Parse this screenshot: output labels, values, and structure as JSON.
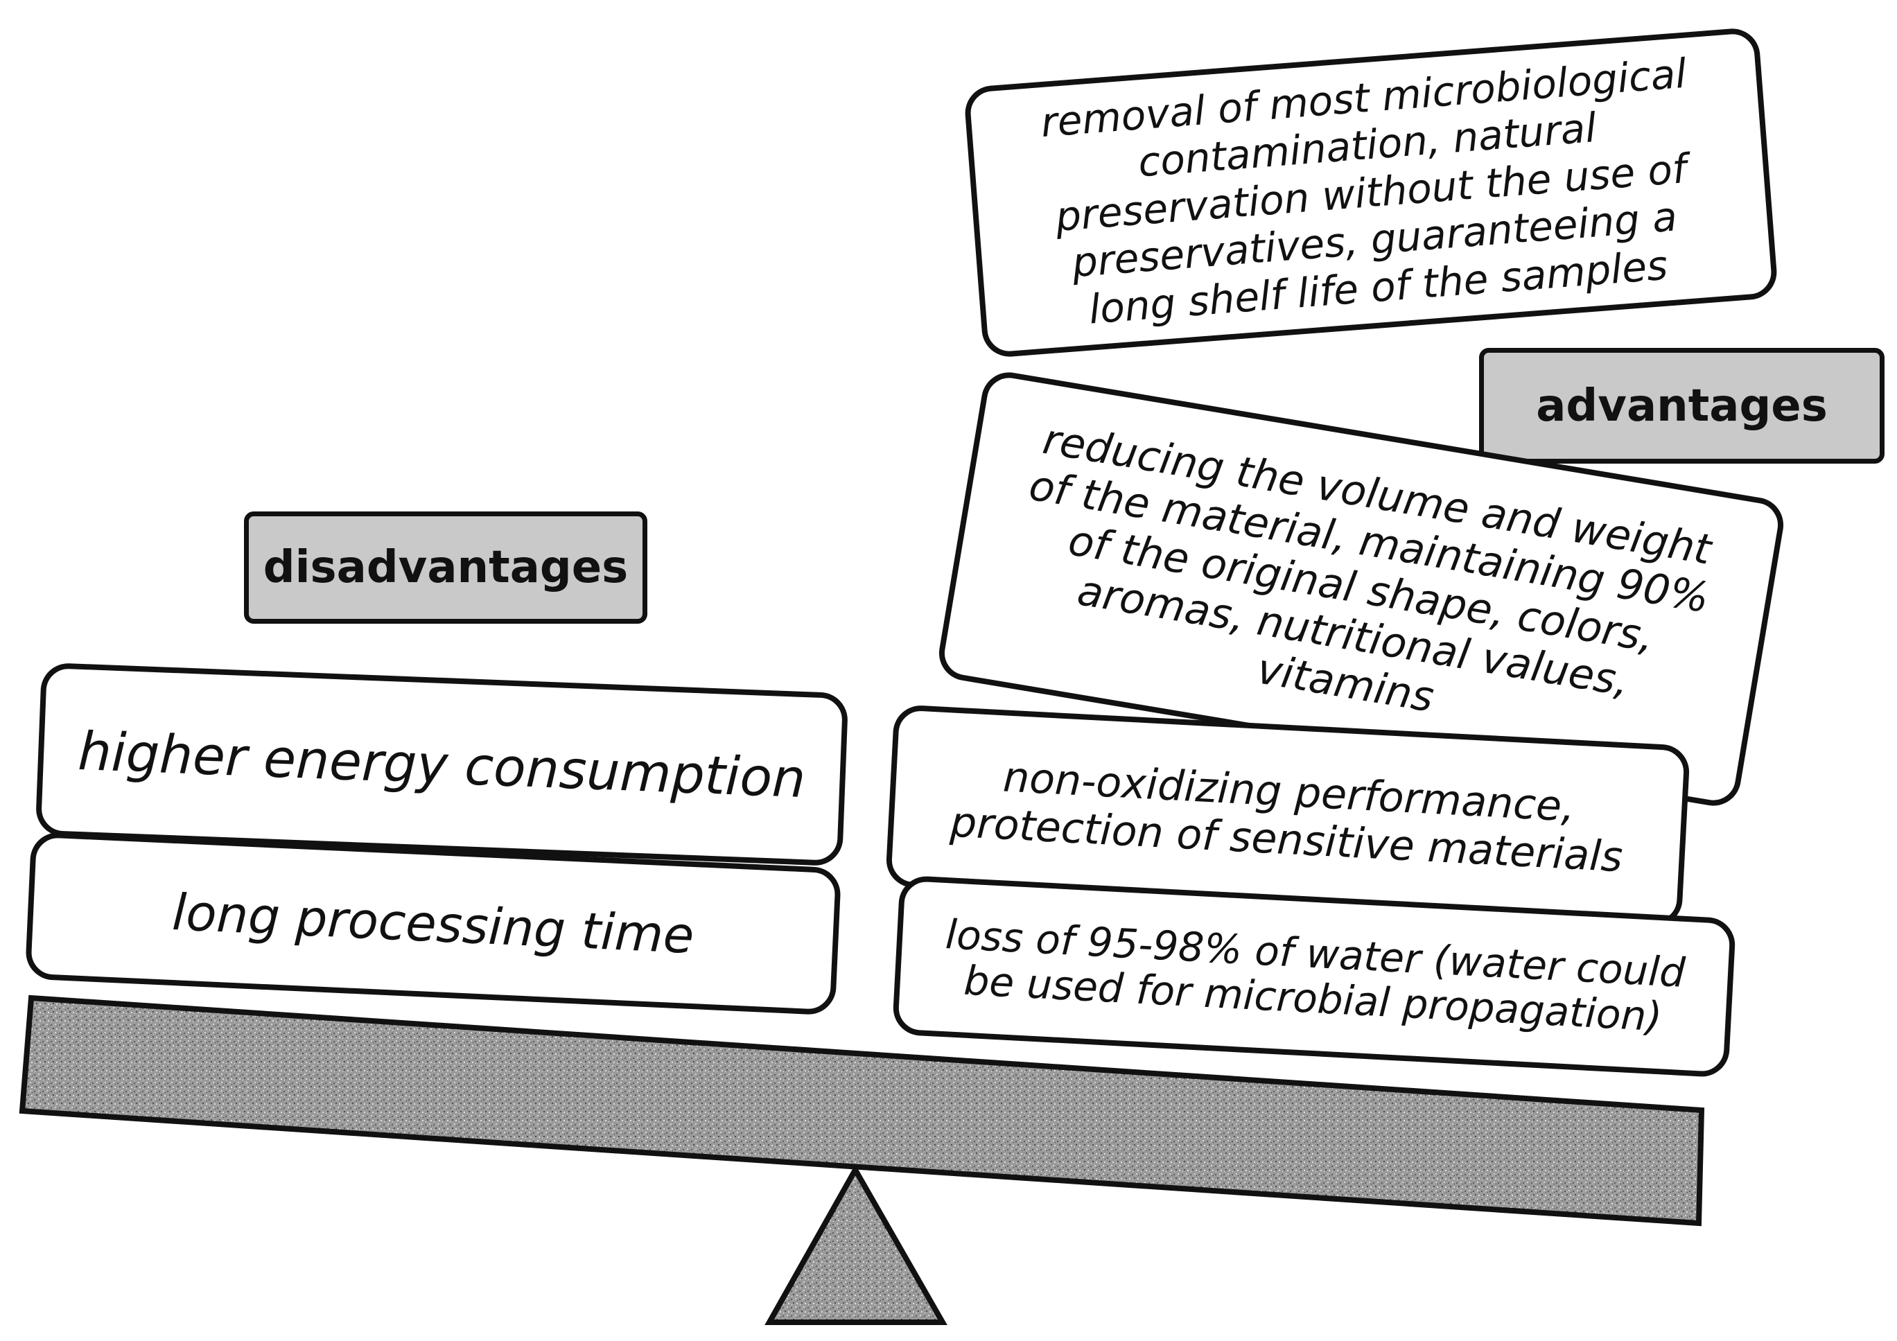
{
  "labels": {
    "disadvantages": "disadvantages",
    "advantages": "advantages"
  },
  "disadvantages": [
    "higher energy consumption",
    "long processing time"
  ],
  "advantages": [
    "removal of most microbiological contamination, natural preservation without the use of preservatives, guaranteeing a long shelf life of the samples",
    "reducing the volume and weight of the material, maintaining 90% of the original shape, colors, aromas, nutritional values, vitamins",
    "non-oxidizing performance, protection of sensitive materials",
    "loss of 95-98% of water (water could be used for microbial propagation)"
  ],
  "colors": {
    "label_fill": "#c9c9c9",
    "outline": "#111111",
    "box_fill": "#ffffff",
    "beam_texture": "#8a8a8a"
  }
}
